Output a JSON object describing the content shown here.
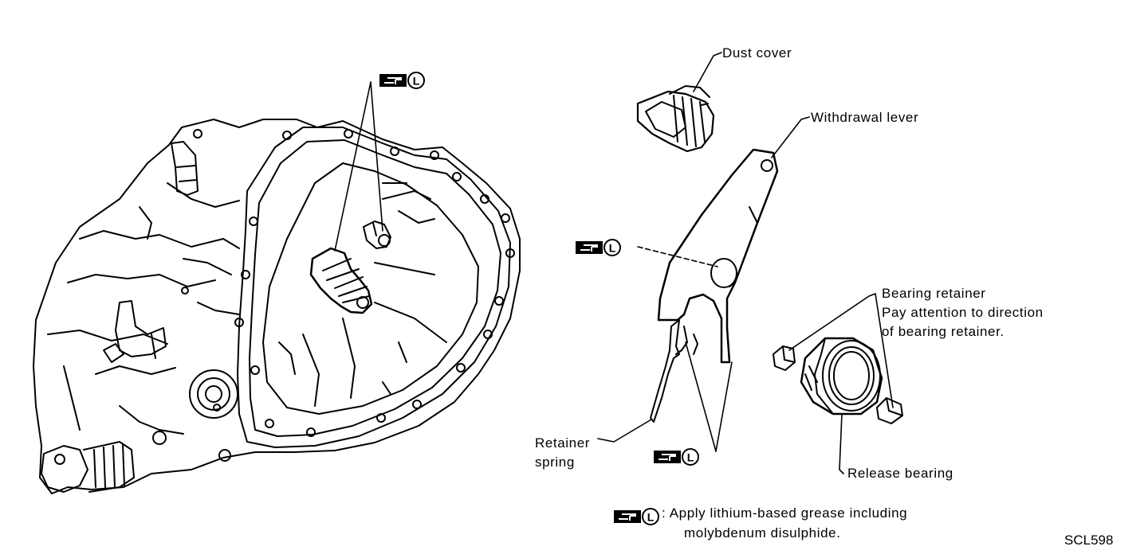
{
  "labels": {
    "dust_cover": "Dust cover",
    "withdrawal_lever": "Withdrawal lever",
    "bearing_retainer": "Bearing retainer",
    "bearing_retainer_note_1": "Pay attention to direction",
    "bearing_retainer_note_2": "of bearing retainer.",
    "retainer_spring_1": "Retainer",
    "retainer_spring_2": "spring",
    "release_bearing": "Release bearing"
  },
  "legend": {
    "symbol": "grease-symbol",
    "symbol_letter": "L",
    "line_1": ": Apply lithium-based grease including",
    "line_2": "molybdenum disulphide."
  },
  "figure_ref": "SCL598"
}
